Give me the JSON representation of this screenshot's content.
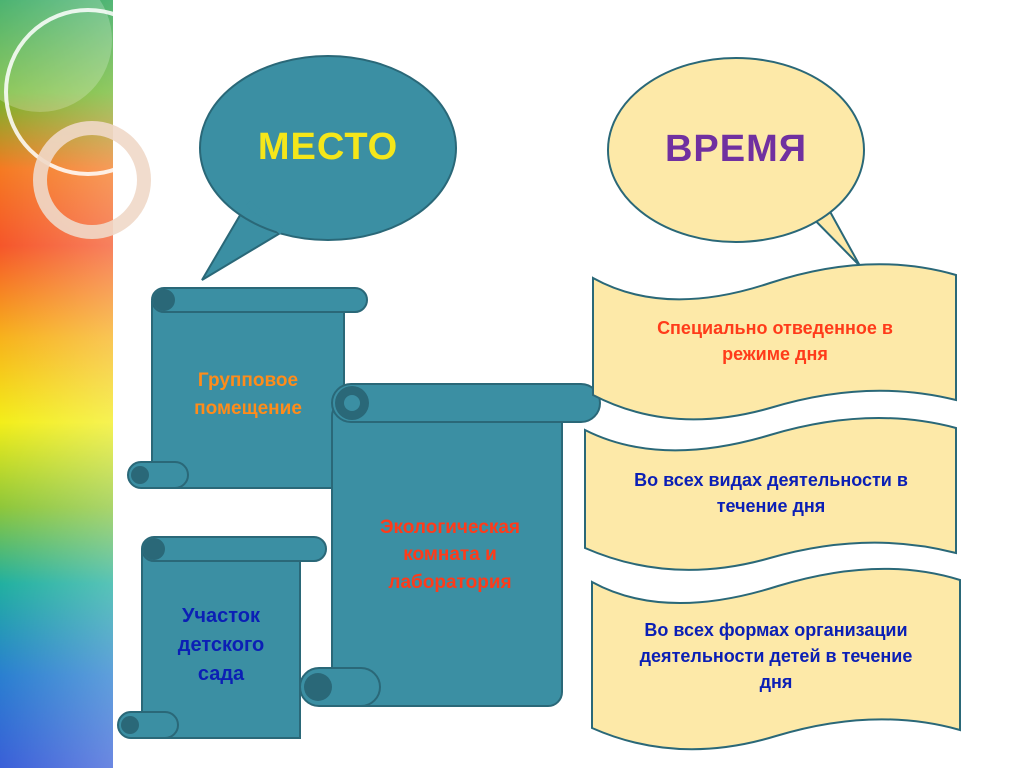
{
  "colors": {
    "teal": "#3b8fa3",
    "teal_dark": "#2a6878",
    "cream": "#fde9a8",
    "cream_stroke": "#2a6878",
    "yellow_text": "#f5e61a",
    "purple_text": "#7030a0",
    "orange_text": "#ff8c1a",
    "red_text": "#ff3b1a",
    "blue_text": "#0b1fb5"
  },
  "bubbles": {
    "place": {
      "label": "МЕСТО"
    },
    "time": {
      "label": "ВРЕМЯ"
    }
  },
  "scrolls": {
    "group_room": {
      "line1": "Групповое",
      "line2": "помещение"
    },
    "kindergarten_site": {
      "line1": "Участок",
      "line2": "детского",
      "line3": "сада"
    },
    "eco_room": {
      "line1": "Экологическая",
      "line2": "комната и",
      "line3": "лаборатория"
    }
  },
  "banners": {
    "daily_routine": {
      "line1": "Специально отведенное в",
      "line2": "режиме дня"
    },
    "all_activities": {
      "line1": "Во всех видах деятельности в",
      "line2": "течение дня"
    },
    "all_forms": {
      "line1": "Во всех формах организации",
      "line2": "деятельности детей в течение",
      "line3": "дня"
    }
  }
}
